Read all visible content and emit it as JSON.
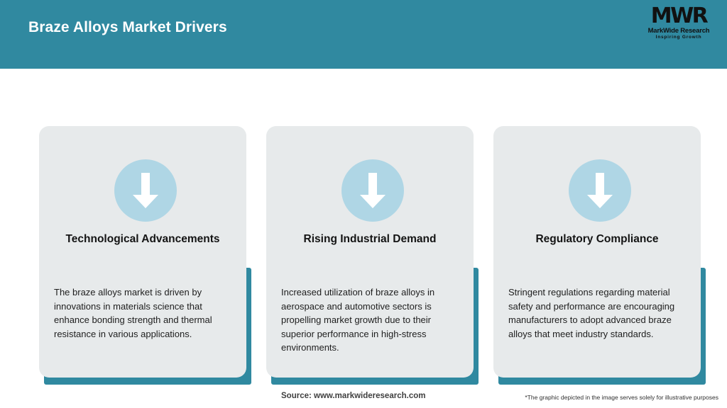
{
  "header": {
    "title": "Braze Alloys Market Drivers",
    "background_color": "#3089A0",
    "title_color": "#FFFFFF"
  },
  "logo": {
    "mark": "MWR",
    "name": "MarkWide Research",
    "tagline": "Inspiring Growth"
  },
  "cards": [
    {
      "icon": "down-arrow-icon",
      "title": "Technological Advancements",
      "body": "The braze alloys market is driven by innovations in materials science that enhance bonding strength and thermal resistance in various applications."
    },
    {
      "icon": "down-arrow-icon",
      "title": "Rising Industrial Demand",
      "body": "Increased utilization of braze alloys in aerospace and automotive sectors is propelling market growth due to their superior performance in high-stress environments."
    },
    {
      "icon": "down-arrow-icon",
      "title": "Regulatory Compliance",
      "body": "Stringent regulations regarding material safety and performance are encouraging manufacturers to adopt advanced braze alloys that meet industry standards."
    }
  ],
  "footer": {
    "source": "Source: www.markwideresearch.com",
    "note": "*The graphic depicted in the image serves solely for illustrative purposes"
  },
  "colors": {
    "teal": "#3089A0",
    "card_background": "#E7EAEB",
    "icon_circle": "#AFD6E5",
    "arrow": "#FFFFFF"
  }
}
